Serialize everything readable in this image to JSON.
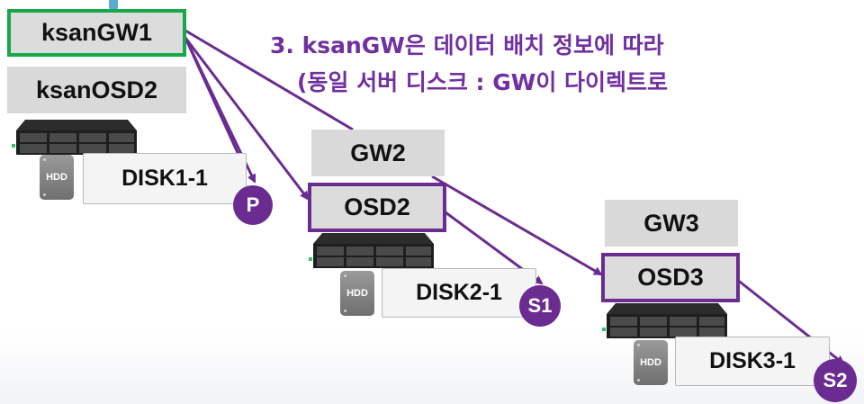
{
  "nodes": {
    "gw1": "ksanGW1",
    "osd_left": "ksanOSD2",
    "gw2": "GW2",
    "osd2": "OSD2",
    "gw3": "GW3",
    "osd3": "OSD3"
  },
  "disks": {
    "disk1": "DISK1-1",
    "disk2": "DISK2-1",
    "disk3": "DISK3-1"
  },
  "hdd_label": "HDD",
  "badges": {
    "primary": "P",
    "secondary1": "S1",
    "secondary2": "S2"
  },
  "caption": {
    "line1": "3. ksanGW은 데이터 배치 정보에 따라 ",
    "line2": "(동일 서버 디스크 : GW이 다이렉트로"
  },
  "colors": {
    "accent": "#6a2c91",
    "caption": "#7030a0",
    "highlight_green": "#17a84a",
    "box_gray": "#d9d9d9"
  }
}
